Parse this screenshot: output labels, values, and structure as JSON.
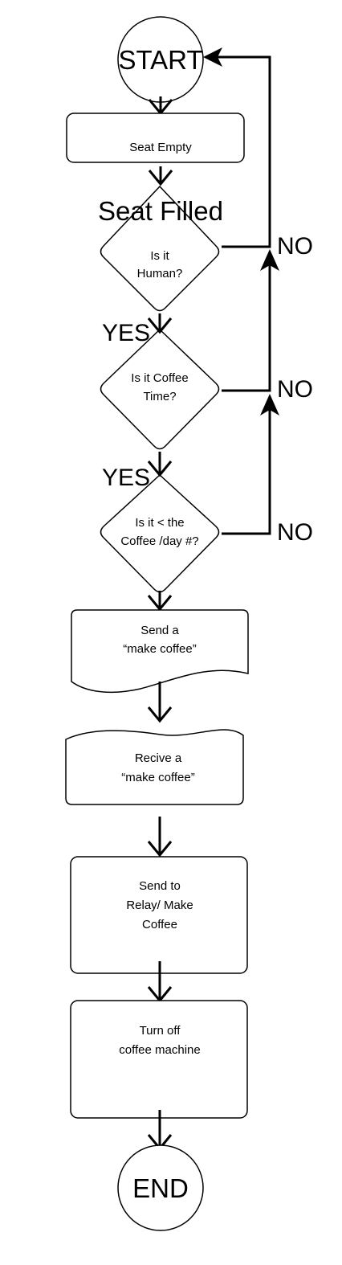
{
  "nodes": {
    "start": "START",
    "seat_empty": "Seat Empty",
    "seat_filled_label": "Seat Filled",
    "is_human": [
      "Is it",
      "Human?"
    ],
    "coffee_time": [
      "Is it Coffee",
      "Time?"
    ],
    "coffee_per_day": [
      "Is it < the",
      "Coffee /day #?"
    ],
    "send_make_coffee": [
      "Send a",
      "“make coffee”"
    ],
    "receive_make_coffee": [
      "Recive a",
      "“make coffee”"
    ],
    "send_to_relay": [
      "Send to",
      "Relay/ Make",
      "Coffee"
    ],
    "turn_off": [
      "Turn off",
      "coffee machine"
    ],
    "end": "END"
  },
  "labels": {
    "yes_1": "YES",
    "yes_2": "YES",
    "no_1": "NO",
    "no_2": "NO",
    "no_3": "NO"
  }
}
